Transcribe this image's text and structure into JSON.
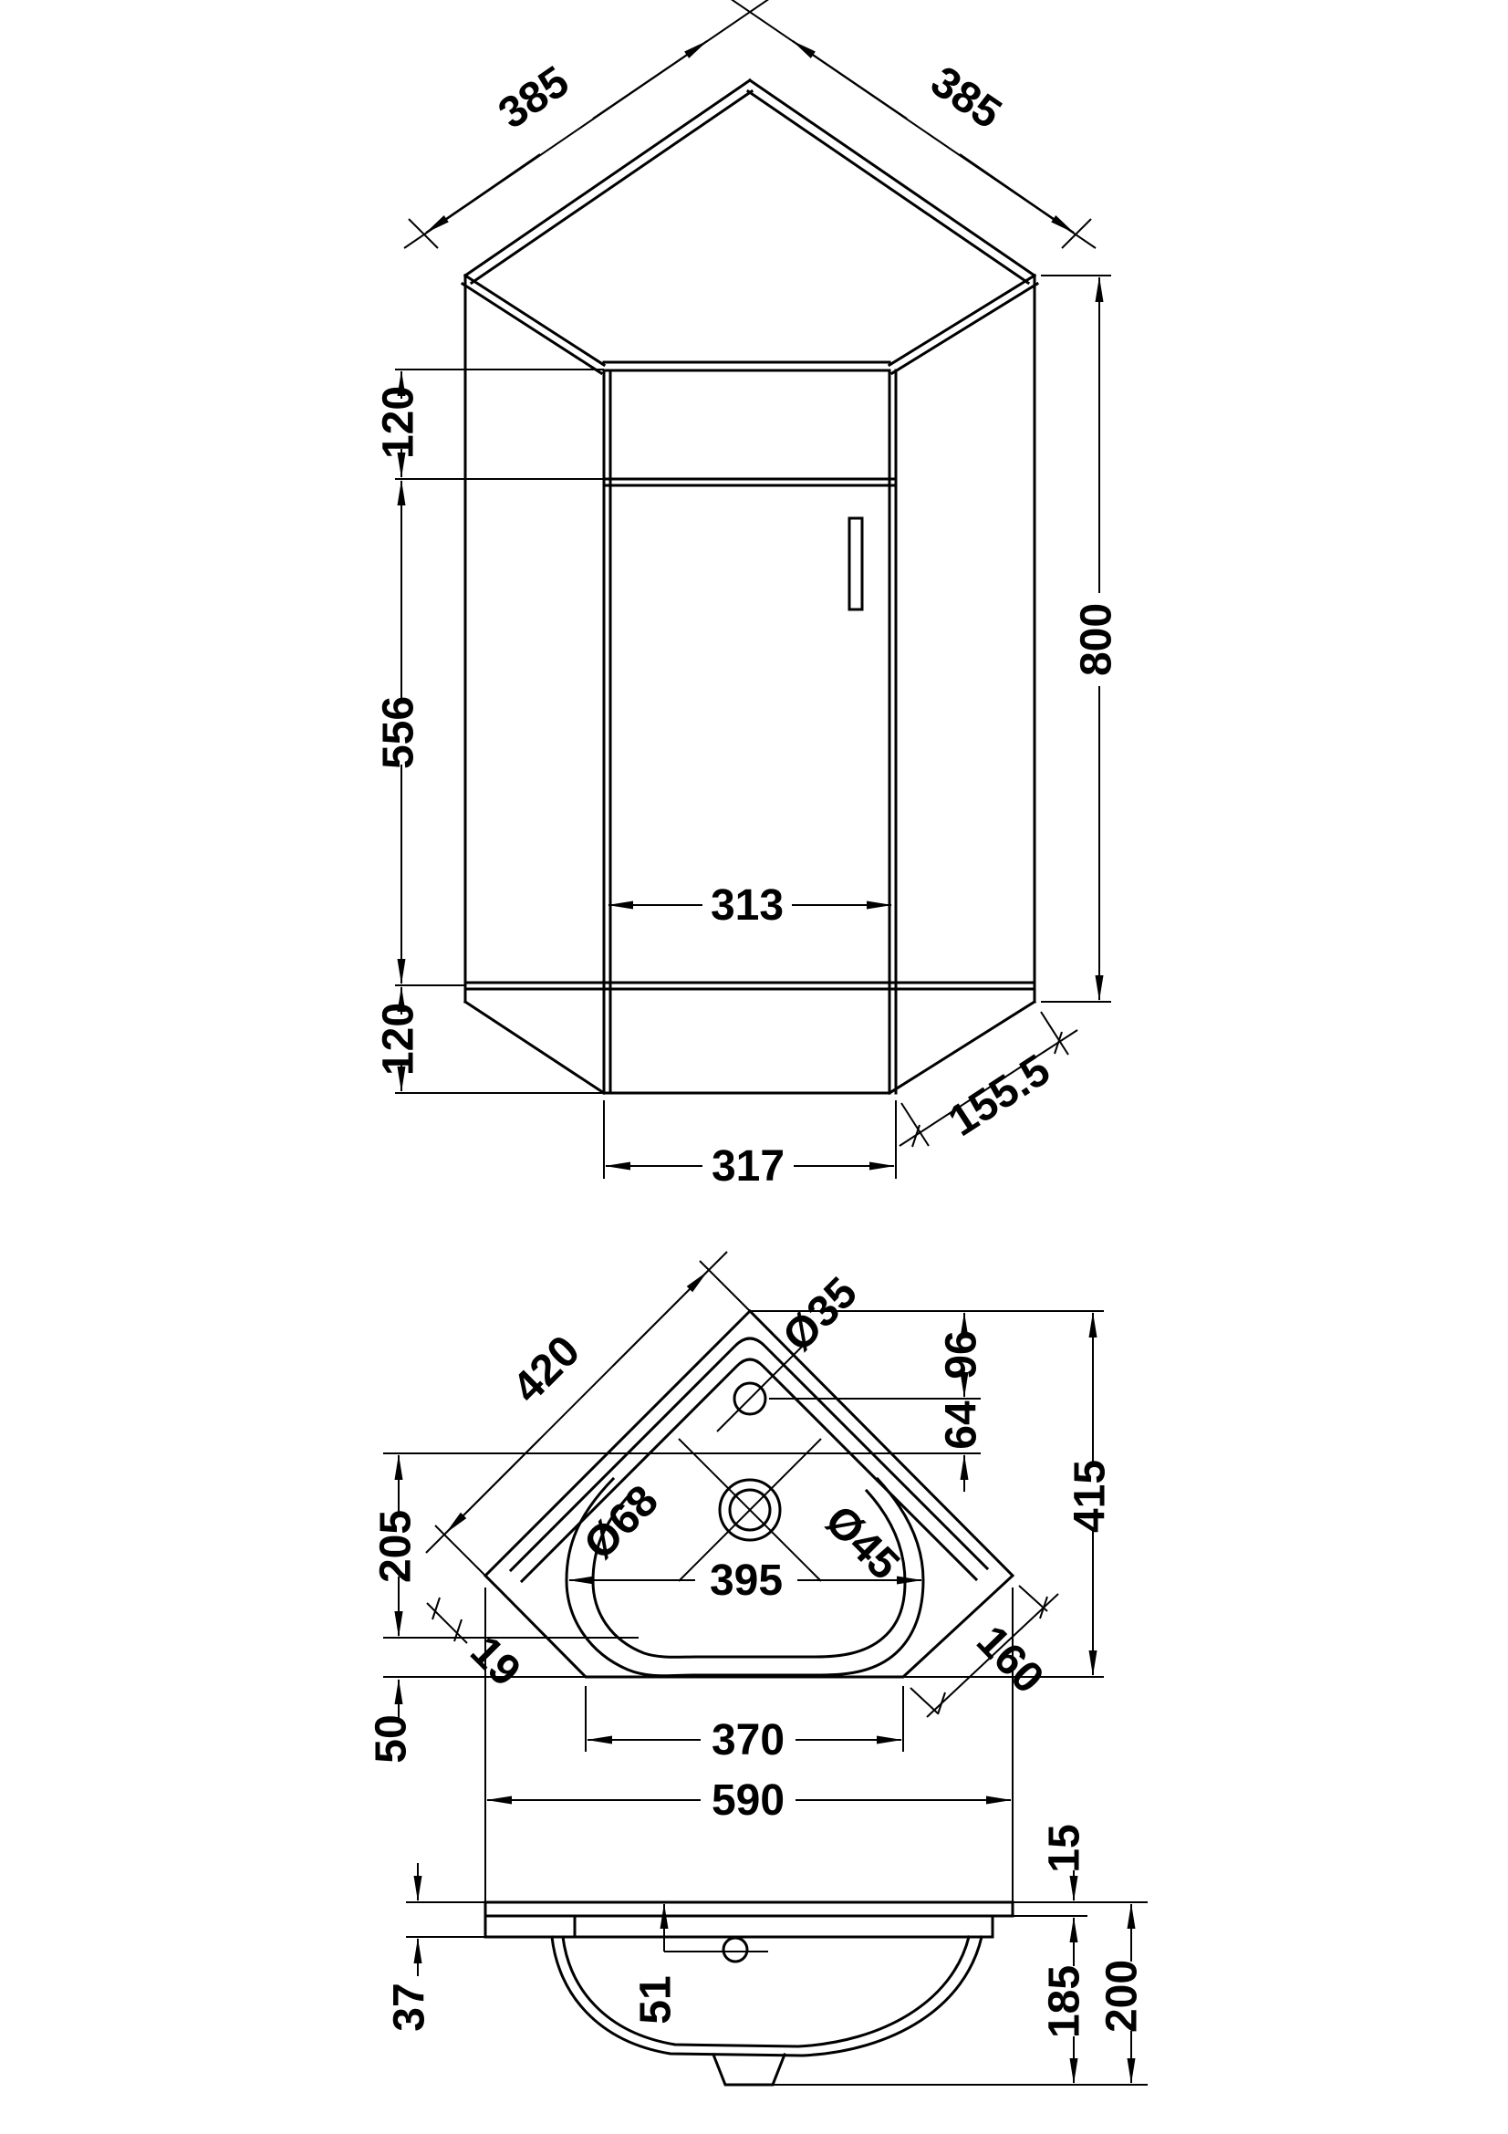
{
  "drawing": {
    "background": "#ffffff",
    "line_color": "#000000",
    "views": {
      "cabinet_front": "corner vanity unit - front elevation",
      "basin_plan": "corner basin - plan view",
      "basin_side": "corner basin - side section"
    }
  },
  "cabinet": {
    "top_edge_left": "385",
    "top_edge_right": "385",
    "top_rail_height": "120",
    "door_height": "556",
    "plinth_height": "120",
    "door_width": "313",
    "base_width": "317",
    "overall_height": "800",
    "side_return_depth": "155.5"
  },
  "plan": {
    "back_edge_length": "420",
    "tap_hole_diameter": "Ø35",
    "tap_hole_offset": "96",
    "rim_ledge": "64",
    "bowl_to_front": "205",
    "waste_outer_diameter": "Ø68",
    "waste_inner_diameter": "Ø45",
    "bowl_width": "395",
    "overall_depth": "415",
    "corner_chamfer": "19",
    "front_facet": "160",
    "front_ledge": "50",
    "front_edge_width": "370",
    "overall_width": "590"
  },
  "side": {
    "top_thickness": "15",
    "rim_thickness": "37",
    "tap_hole_drop": "51",
    "bowl_depth": "185",
    "overall_height": "200"
  }
}
